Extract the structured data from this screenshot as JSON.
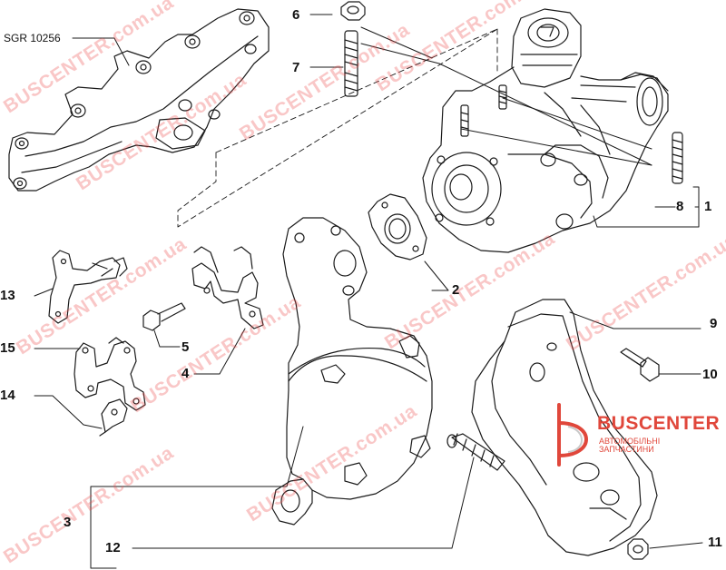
{
  "diagram": {
    "reference_code": "SGR 10256",
    "callouts": {
      "c1": "1",
      "c2": "2",
      "c3": "3",
      "c4": "4",
      "c5": "5",
      "c6": "6",
      "c7": "7",
      "c8": "8",
      "c9": "9",
      "c10": "10",
      "c11": "11",
      "c12": "12",
      "c13": "13",
      "c14": "14",
      "c15": "15"
    }
  },
  "watermark": {
    "text": "BUSCENTER.com.ua",
    "color": "#e0473b"
  },
  "logo": {
    "brand": "BUSCENTER",
    "tagline": "АВТОМОБІЛЬНІ ЗАПЧАСТИНИ",
    "color": "#e0473b"
  },
  "colors": {
    "line": "#1a1a1a",
    "background": "#ffffff"
  }
}
